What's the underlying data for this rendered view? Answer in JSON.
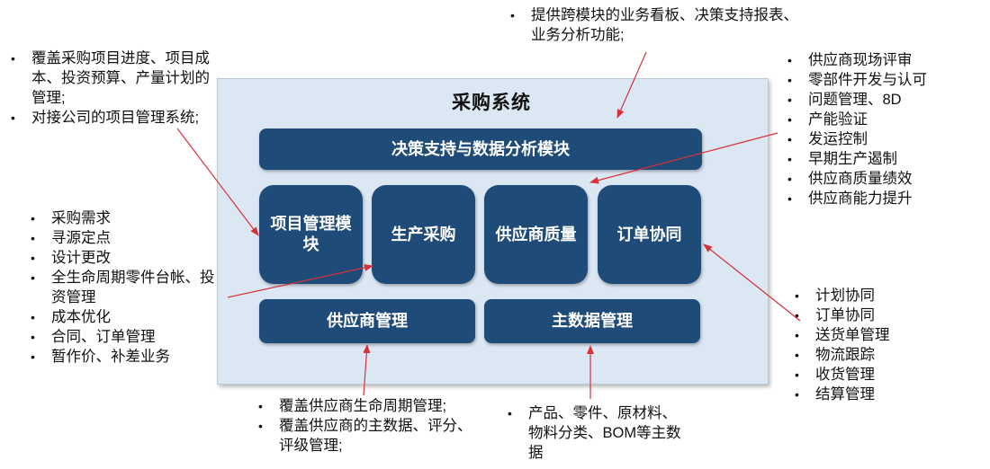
{
  "system": {
    "title": "采购系统"
  },
  "modules": {
    "decision": "决策支持与数据分析模块",
    "project": "项目管理模块",
    "production": "生产采购",
    "quality": "供应商质量",
    "order": "订单协同",
    "supplier_mgmt": "供应商管理",
    "master_data": "主数据管理"
  },
  "notes": {
    "top": [
      "提供跨模块的业务看板、决策支持报表、业务分析功能;"
    ],
    "top_left": [
      "覆盖采购项目进度、项目成本、投资预算、产量计划的管理;",
      "对接公司的项目管理系统;"
    ],
    "left": [
      "采购需求",
      "寻源定点",
      "设计更改",
      "全生命周期零件台帐、投资管理",
      "成本优化",
      "合同、订单管理",
      "暂作价、补差业务"
    ],
    "top_right": [
      "供应商现场评审",
      "零部件开发与认可",
      "问题管理、8D",
      "产能验证",
      "发运控制",
      "早期生产遏制",
      "供应商质量绩效",
      "供应商能力提升"
    ],
    "right": [
      "计划协同",
      "订单协同",
      "送货单管理",
      "物流跟踪",
      "收货管理",
      "结算管理"
    ],
    "bottom_center": [
      "覆盖供应商生命周期管理;",
      "覆盖供应商的主数据、评分、评级管理;"
    ],
    "bottom_right": [
      "产品、零件、原材料、物料分类、BOM等主数据"
    ]
  },
  "colors": {
    "module_fill": "#1e4b78",
    "panel_fill": "#dbe7f3",
    "arrow": "#d9303a"
  }
}
